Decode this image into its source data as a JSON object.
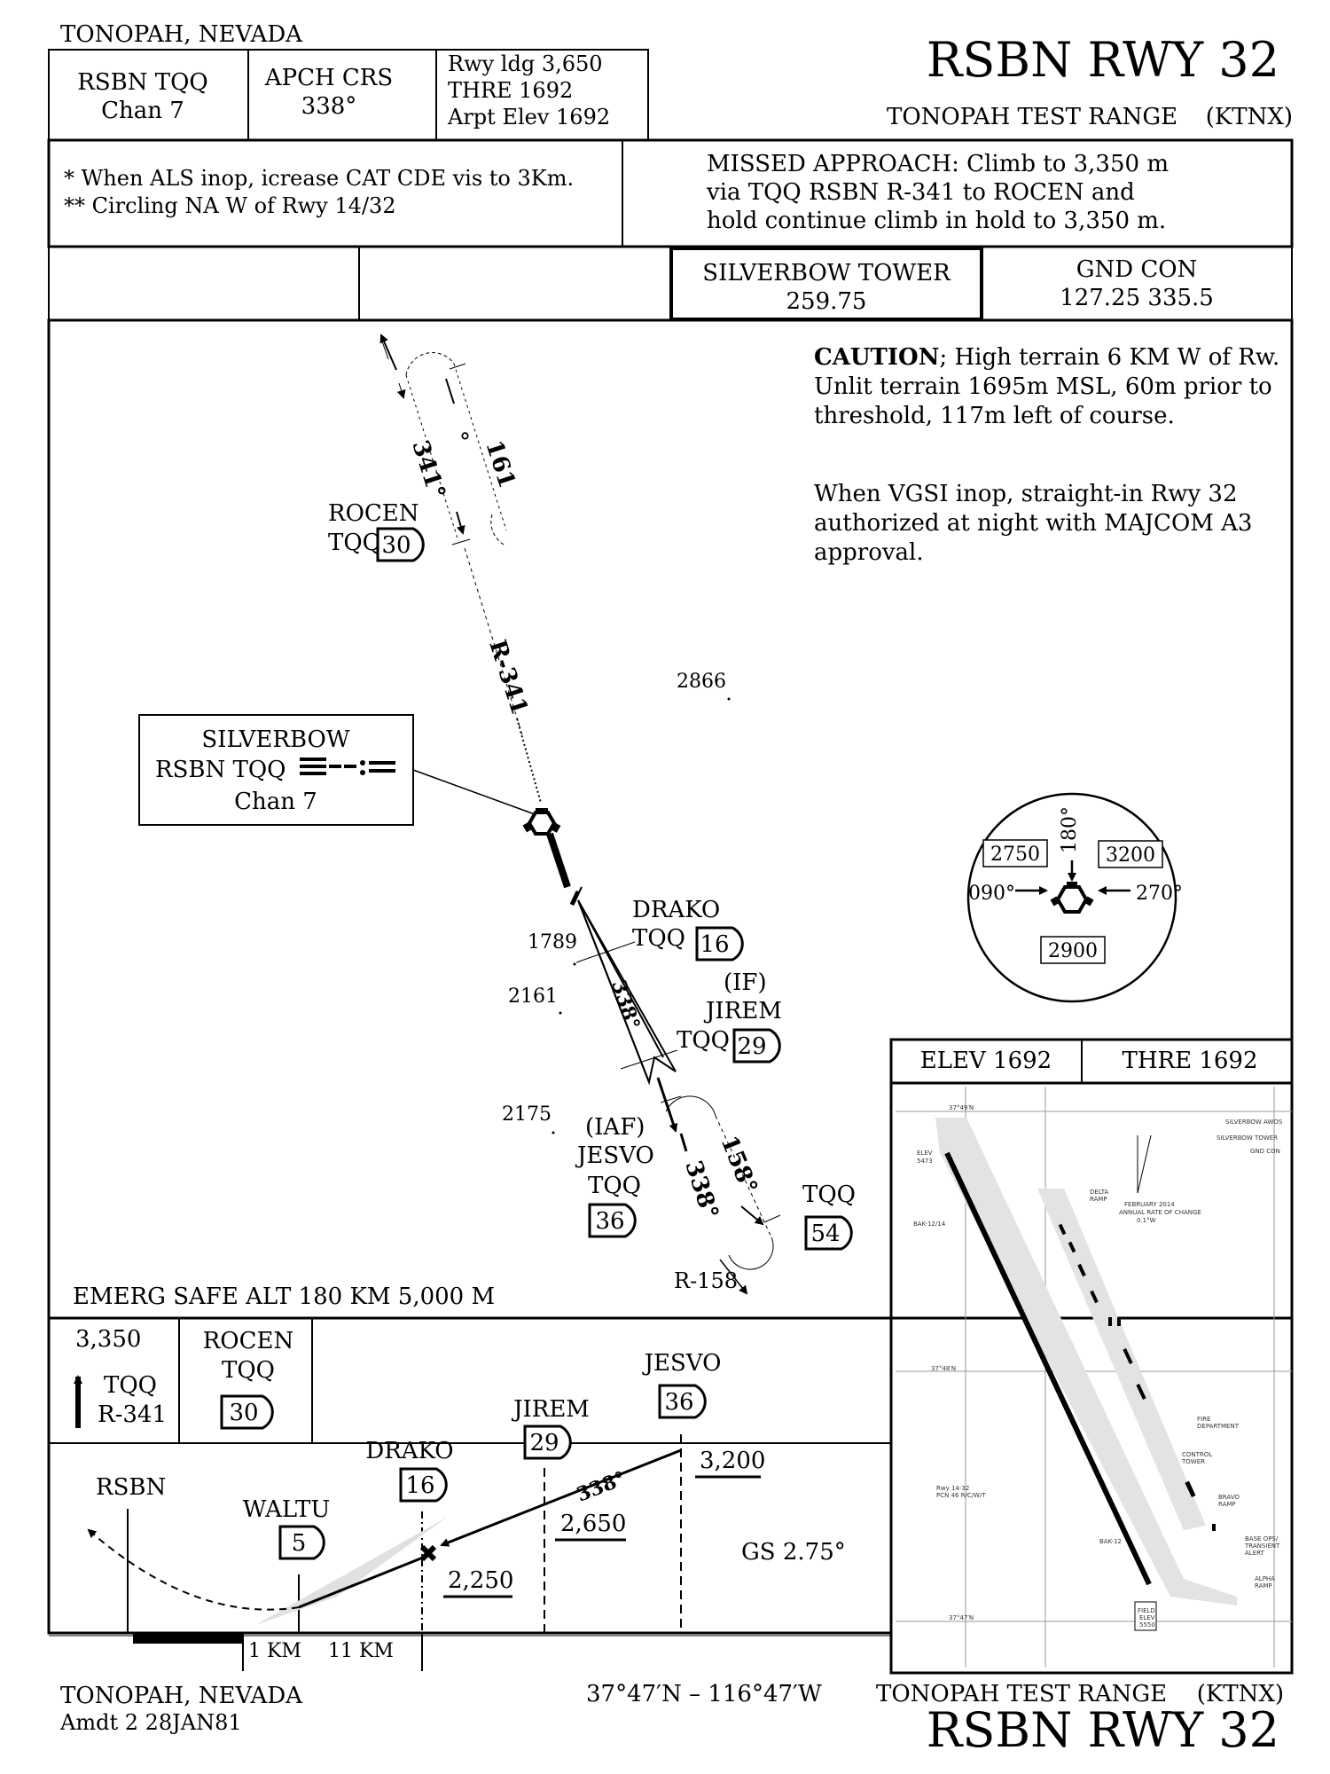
{
  "header": {
    "location": "TONOPAH, NEVADA",
    "title": "RSBN RWY 32",
    "airport": "TONOPAH TEST RANGE",
    "icao": "(KTNX)",
    "nav_line1": "RSBN TQQ",
    "nav_line2": "Chan 7",
    "apch_label": "APCH CRS",
    "apch_value": "338°",
    "rwy_ldg": "Rwy ldg 3,650",
    "thre": "THRE 1692",
    "arpt_elev": "Arpt Elev 1692"
  },
  "notes": {
    "note1": "* When ALS inop, icrease CAT CDE vis to 3Km.",
    "note2": "** Circling NA W of Rwy 14/32",
    "missed1": "MISSED APPROACH: Climb to 3,350 m",
    "missed2": "via TQQ RSBN R-341 to ROCEN and",
    "missed3": "hold continue climb in hold to 3,350 m."
  },
  "comms": {
    "tower_label": "SILVERBOW TOWER",
    "tower_freq": "259.75",
    "gnd_label": "GND CON",
    "gnd_freq": "127.25  335.5"
  },
  "plan": {
    "caution_bold": "CAUTION",
    "caution1": "; High terrain 6 KM W of Rw.",
    "caution2": "Unlit terrain 1695m MSL, 60m prior to",
    "caution3": "threshold, 117m left of course.",
    "vgsi1": "When VGSI inop, straight-in Rwy 32",
    "vgsi2": "authorized at night with MAJCOM A3",
    "vgsi3": "approval.",
    "hold_outbound": "161",
    "hold_degree": "°",
    "hold_inbound": "341°",
    "rocen_name": "ROCEN",
    "rocen_tqq": "TQQ",
    "rocen_dist": "30",
    "radial_341": "R-341",
    "spot_2866": "2866",
    "navaid_name": "SILVERBOW",
    "navaid_id": "RSBN TQQ",
    "navaid_chan": "Chan 7",
    "spot_1789": "1789",
    "drako_name": "DRAKO",
    "drako_tqq": "TQQ",
    "drako_dist": "16",
    "spot_2161": "2161",
    "crs_338a": "338°",
    "if_label": "(IF)",
    "jirem_name": "JIREM",
    "jirem_tqq": "TQQ",
    "jirem_dist": "29",
    "spot_2175": "2175",
    "iaf_label": "(IAF)",
    "jesvo_name": "JESVO",
    "jesvo_tqq": "TQQ",
    "jesvo_dist": "36",
    "crs_338b": "338°",
    "crs_158": "158°",
    "tqq54_tqq": "TQQ",
    "tqq54_dist": "54",
    "radial_158": "R-158",
    "emerg": "EMERG SAFE ALT 180 KM 5,000 M",
    "msa_180": "180°",
    "msa_090": "090°",
    "msa_270": "270°",
    "msa_2750": "2750",
    "msa_3200": "3200",
    "msa_2900": "2900"
  },
  "profile": {
    "ma_alt": "3,350",
    "ma_tqq": "TQQ",
    "ma_radial": "R-341",
    "rocen_name": "ROCEN",
    "rocen_tqq": "TQQ",
    "rocen_dist": "30",
    "jesvo_name": "JESVO",
    "jesvo_dist": "36",
    "jirem_name": "JIREM",
    "jirem_dist": "29",
    "drako_name": "DRAKO",
    "drako_dist": "16",
    "waltu_name": "WALTU",
    "waltu_dist": "5",
    "rsbn": "RSBN",
    "alt_3200": "3,200",
    "alt_2650": "2,650",
    "alt_2250": "2,250",
    "crs": "338°",
    "gs": "GS 2.75°",
    "scale1": "1 KM",
    "scale2": "11 KM"
  },
  "airport": {
    "elev": "ELEV 1692",
    "thre": "THRE 1692"
  },
  "footer": {
    "location": "TONOPAH, NEVADA",
    "amdt": "Amdt 2 28JAN81",
    "coords": "37°47′N – 116°47′W",
    "airport": "TONOPAH TEST RANGE",
    "icao": "(KTNX)",
    "title": "RSBN RWY 32"
  }
}
